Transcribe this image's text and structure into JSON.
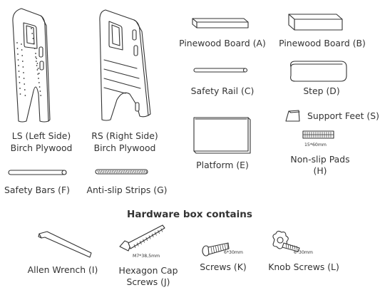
{
  "parts": {
    "ls": {
      "line1": "LS (Left Side)",
      "line2": "Birch Plywood"
    },
    "rs": {
      "line1": "RS (Right Side)",
      "line2": "Birch Plywood"
    },
    "board_a": "Pinewood Board (A)",
    "board_b": "Pinewood Board (B)",
    "safety_rail": "Safety Rail (C)",
    "step": "Step (D)",
    "support_feet": "Support Feet (S)",
    "pads_size": "15*60mm",
    "pads": {
      "line1": "Non-slip Pads",
      "line2": "(H)"
    },
    "platform": "Platform (E)",
    "safety_bars": "Safety Bars (F)",
    "strips": "Anti-slip Strips (G)"
  },
  "hardware": {
    "heading": "Hardware box contains",
    "allen": "Allen Wrench (I)",
    "hex_size": "M7*38,5mm",
    "hex": {
      "line1": "Hexagon Cap",
      "line2": "Screws (J)"
    },
    "screws_size": "6*30mm",
    "screws": "Screws (K)",
    "knob_size": "6*30mm",
    "knob": "Knob Screws (L)"
  },
  "colors": {
    "ink": "#333333",
    "background": "#ffffff"
  }
}
